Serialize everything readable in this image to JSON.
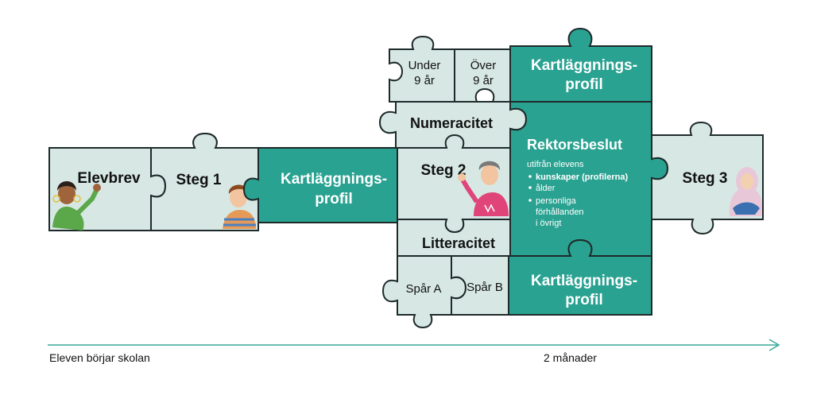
{
  "colors": {
    "light_piece": "#d7e8e4",
    "dark_piece": "#2aa291",
    "outline": "#1e2a2a",
    "dark_text": "#111111",
    "light_text": "#ffffff",
    "arrow": "#3aa89a"
  },
  "pieces": {
    "elevbrev": {
      "label": "Elevbrev",
      "icon": "girl-waving-icon"
    },
    "steg1": {
      "label": "Steg 1",
      "icon": "boy-striped-shirt-icon"
    },
    "kart_main": {
      "line1": "Kartläggnings-",
      "line2": "profil"
    },
    "under9": {
      "line1": "Under",
      "line2": "9 år"
    },
    "over9": {
      "line1": "Över",
      "line2": "9 år"
    },
    "kart_top": {
      "line1": "Kartläggnings-",
      "line2": "profil"
    },
    "numeracitet": {
      "label": "Numeracitet"
    },
    "steg2": {
      "label": "Steg 2",
      "icon": "boy-waving-icon"
    },
    "rektorsbeslut": {
      "title": "Rektorsbeslut",
      "intro": "utifrån elevens",
      "bullet1": "kunskaper (profilerna)",
      "bullet2": "ålder",
      "bullet3a": "personliga",
      "bullet3b": "förhållanden",
      "bullet3c": "i övrigt"
    },
    "steg3": {
      "label": "Steg 3",
      "icon": "girl-hijab-icon"
    },
    "litteracitet": {
      "label": "Litteracitet"
    },
    "sparA": {
      "label": "Spår A"
    },
    "sparB": {
      "label": "Spår B"
    },
    "kart_bottom": {
      "line1": "Kartläggnings-",
      "line2": "profil"
    }
  },
  "timeline": {
    "start_label": "Eleven börjar skolan",
    "end_label": "2 månader"
  }
}
